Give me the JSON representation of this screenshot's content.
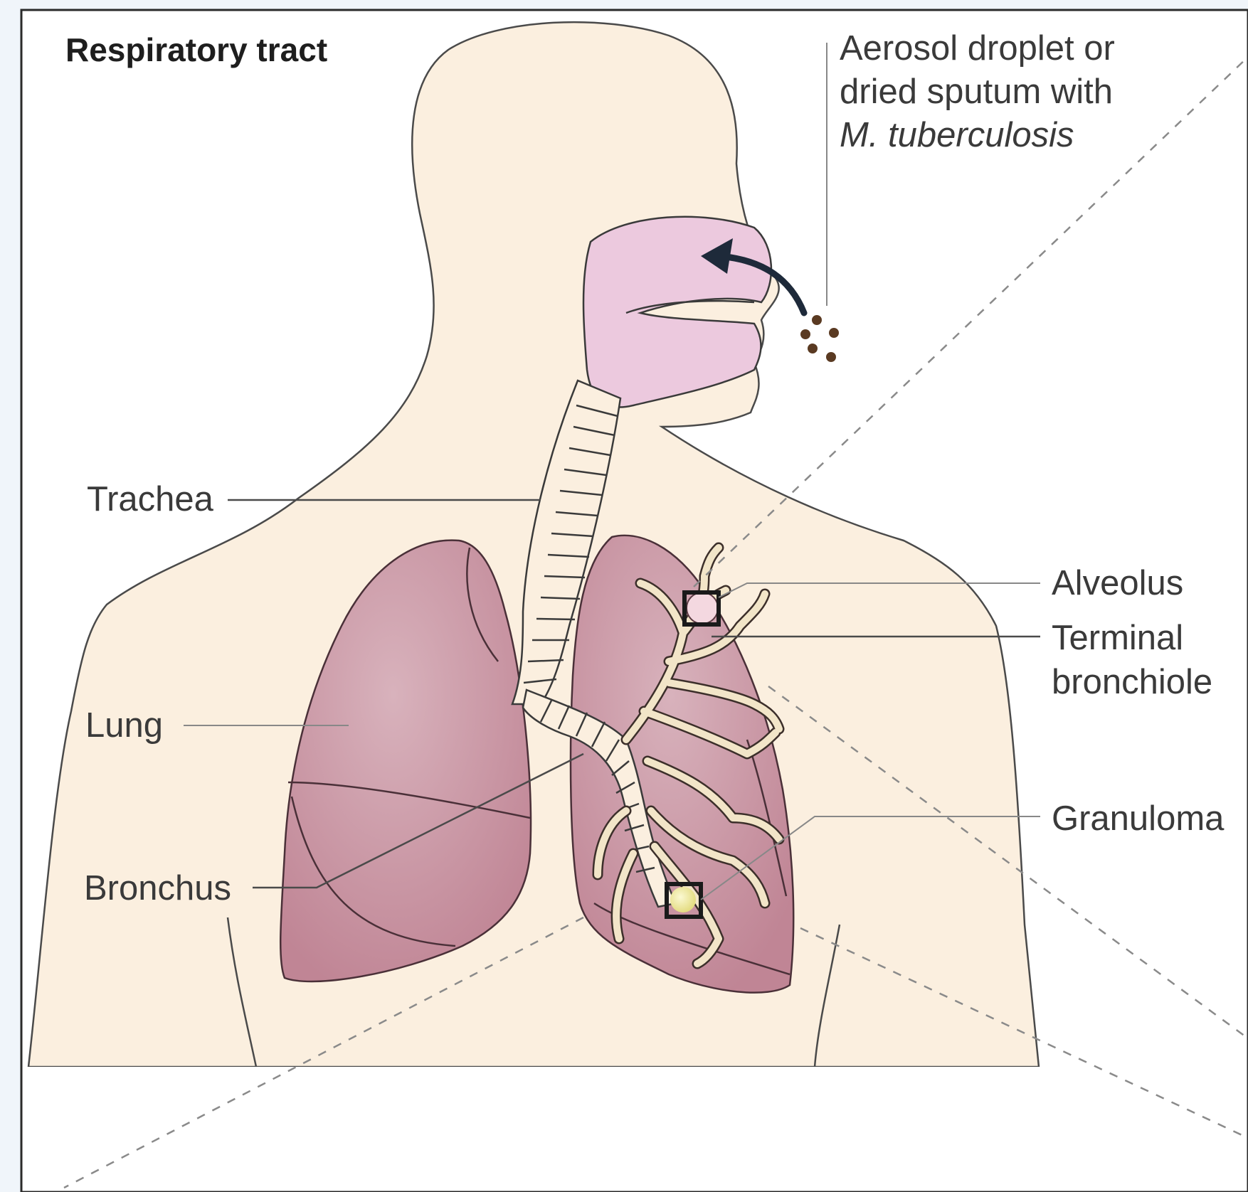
{
  "diagram": {
    "title": "Respiratory tract",
    "source_label": {
      "line1": "Aerosol droplet or",
      "line2": "dried sputum with",
      "line3": "M. tuberculosis"
    },
    "labels": {
      "trachea": "Trachea",
      "lung": "Lung",
      "bronchus": "Bronchus",
      "alveolus": "Alveolus",
      "terminal_bronchiole_line1": "Terminal",
      "terminal_bronchiole_line2": "bronchiole",
      "granuloma": "Granuloma"
    },
    "colors": {
      "skin": "#fbefdf",
      "lung": "#c9909f",
      "nasal_cavity": "#ecc9de",
      "droplet": "#5a3a22",
      "granuloma": "#f6f2b0",
      "page_background": "#f0f5fa"
    }
  }
}
